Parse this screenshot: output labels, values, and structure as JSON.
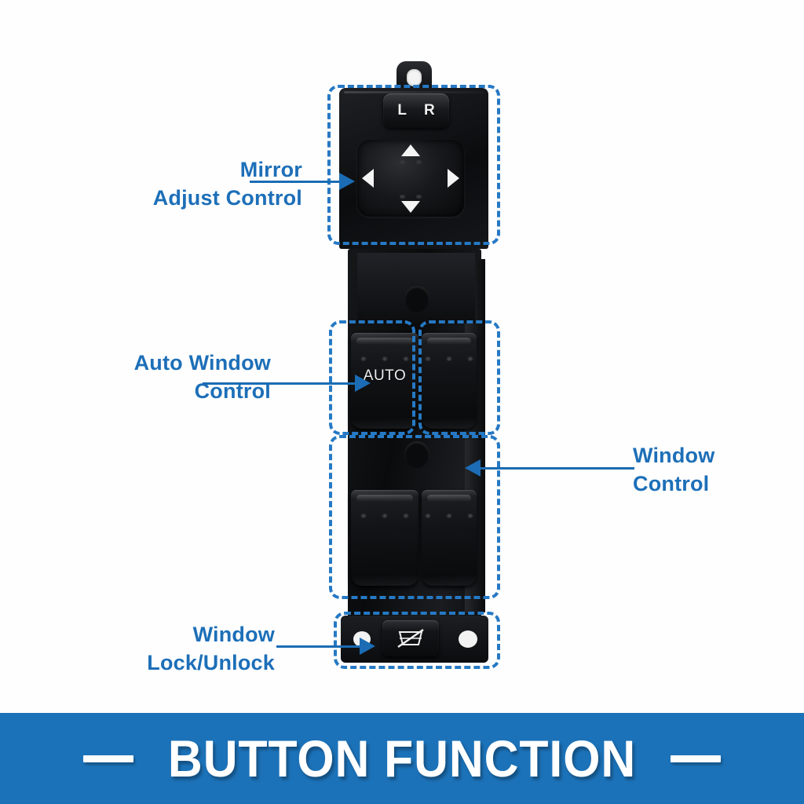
{
  "banner": {
    "title": "BUTTON FUNCTION",
    "background_color": "#1c72b8",
    "text_color": "#ffffff",
    "left_dash": "",
    "right_dash": ""
  },
  "theme": {
    "accent_blue": "#1d6fb8",
    "dash_box_blue": "#2679c4",
    "page_background": "#ffffff"
  },
  "callouts": [
    {
      "id": "mirror-adjust",
      "label": "Mirror\nAdjust Control",
      "align": "right",
      "arrow_direction": "right"
    },
    {
      "id": "auto-window",
      "label": "Auto Window\nControl",
      "align": "right",
      "arrow_direction": "right"
    },
    {
      "id": "window-control",
      "label": "Window\nControl",
      "align": "left",
      "arrow_direction": "left"
    },
    {
      "id": "window-lock",
      "label": "Window\nLock/Unlock",
      "align": "right",
      "arrow_direction": "right"
    }
  ],
  "product": {
    "name": "power-window-master-switch",
    "mirror_selector": {
      "left_label": "L",
      "right_label": "R"
    },
    "mirror_pad": {
      "up": "up-arrow",
      "down": "down-arrow",
      "left": "left-arrow",
      "right": "right-arrow"
    },
    "switches": [
      {
        "id": "driver-window",
        "label": "AUTO",
        "dots": 3
      },
      {
        "id": "passenger-window",
        "label": "",
        "dots": 3
      },
      {
        "id": "rear-left-window",
        "label": "",
        "dots": 3
      },
      {
        "id": "rear-right-window",
        "label": "",
        "dots": 3
      }
    ],
    "lock_button": {
      "icon": "window-lock-crossed-icon",
      "label": ""
    }
  }
}
